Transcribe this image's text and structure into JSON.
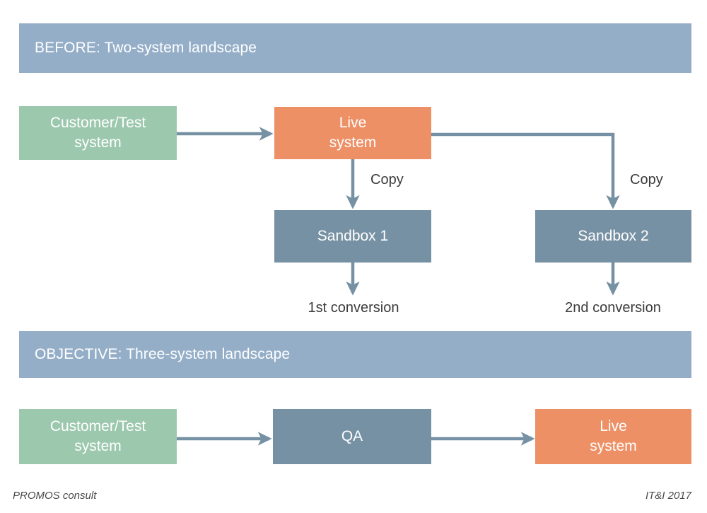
{
  "palette": {
    "banner": "#95aec8",
    "source_system": "#9cc8ae",
    "live_system": "#ee9066",
    "sandbox": "#7791a4",
    "connector": "#7791a4",
    "background": "#ffffff",
    "box_text": "#ffffff",
    "caption_text": "#3b3b3b"
  },
  "sections": {
    "before": {
      "banner_label": "BEFORE: Two-system landscape",
      "nodes": {
        "customer_test": "Customer/Test\nsystem",
        "live": "Live\nsystem",
        "sandbox1": "Sandbox 1",
        "sandbox2": "Sandbox 2"
      },
      "edge_labels": {
        "copy1": "Copy",
        "copy2": "Copy"
      },
      "captions": {
        "conversion1": "1st conversion",
        "conversion2": "2nd conversion"
      }
    },
    "objective": {
      "banner_label": "OBJECTIVE: Three-system landscape",
      "nodes": {
        "customer_test": "Customer/Test\nsystem",
        "qa": "QA",
        "live": "Live\nsystem"
      }
    }
  },
  "footer": {
    "left": "PROMOS consult",
    "right": "IT&I 2017"
  }
}
